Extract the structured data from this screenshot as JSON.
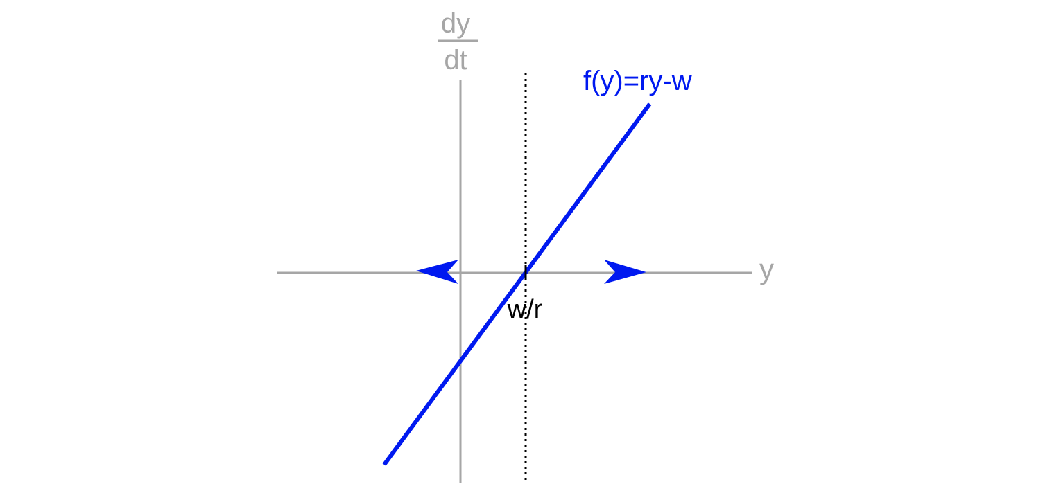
{
  "axes": {
    "vertical_label_numerator": "dy",
    "vertical_label_denominator": "dt",
    "horizontal_label": "y",
    "color": "#a6a6a6"
  },
  "curve": {
    "label": "f(y)=ry-w",
    "color": "#0019f0"
  },
  "equilibrium": {
    "label": "w/r",
    "color": "#000000"
  },
  "flow_arrows": {
    "left": "left-arrow",
    "right": "right-arrow",
    "color": "#0019f0"
  }
}
